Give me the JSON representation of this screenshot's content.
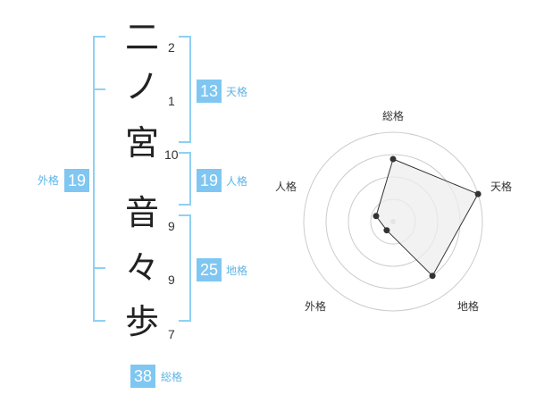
{
  "name": {
    "characters": [
      {
        "char": "二",
        "strokes": "2"
      },
      {
        "char": "ノ",
        "strokes": "1"
      },
      {
        "char": "宮",
        "strokes": "10"
      },
      {
        "char": "音",
        "strokes": "9"
      },
      {
        "char": "々",
        "strokes": "9"
      },
      {
        "char": "歩",
        "strokes": "7"
      }
    ]
  },
  "fortune": {
    "tenkaku": {
      "label": "天格",
      "value": "13"
    },
    "jinkaku": {
      "label": "人格",
      "value": "19"
    },
    "chikaku": {
      "label": "地格",
      "value": "25"
    },
    "gaikaku": {
      "label": "外格",
      "value": "19"
    },
    "soukaku": {
      "label": "総格",
      "value": "38"
    }
  },
  "chart_data": {
    "type": "radar",
    "axes": [
      "総格",
      "天格",
      "地格",
      "外格",
      "人格"
    ],
    "values": [
      38,
      13,
      25,
      19,
      19
    ],
    "scores": [
      0.7,
      1.0,
      0.75,
      0.12,
      0.2
    ],
    "rings": 4,
    "colors": {
      "fill": "#eeeeee",
      "line": "#333333",
      "grid": "#cccccc"
    }
  },
  "colors": {
    "accent": "#7fc7f2",
    "bracket": "#8fd0f3",
    "label": "#5fb4e6"
  }
}
